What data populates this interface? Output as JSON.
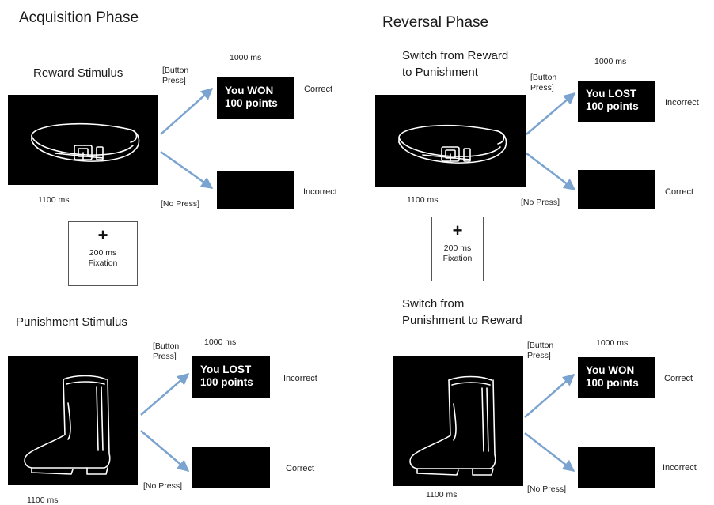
{
  "acquisition": {
    "title": "Acquisition Phase",
    "reward": {
      "label": "Reward Stimulus",
      "button_press": [
        "[Button",
        "Press]"
      ],
      "no_press": "[No Press]",
      "feedback_time": "1000 ms",
      "feedback": [
        "You WON",
        "100 points"
      ],
      "outcome_press": "Correct",
      "outcome_no_press": "Incorrect",
      "stimulus_time": "1100 ms"
    },
    "fixation": {
      "symbol": "+",
      "time": "200 ms",
      "label": "Fixation"
    },
    "punishment": {
      "label": "Punishment Stimulus",
      "button_press": [
        "[Button",
        "Press]"
      ],
      "no_press": "[No Press]",
      "feedback_time": "1000 ms",
      "feedback": [
        "You LOST",
        "100 points"
      ],
      "outcome_press": "Incorrect",
      "outcome_no_press": "Correct",
      "stimulus_time": "1100 ms"
    }
  },
  "reversal": {
    "title": "Reversal Phase",
    "reward_to_punishment": {
      "label": [
        "Switch from Reward",
        "to Punishment"
      ],
      "button_press": [
        "[Button",
        "Press]"
      ],
      "no_press": "[No Press]",
      "feedback_time": "1000 ms",
      "feedback": [
        "You LOST",
        "100 points"
      ],
      "outcome_press": "Incorrect",
      "outcome_no_press": "Correct",
      "stimulus_time": "1100 ms"
    },
    "fixation": {
      "symbol": "+",
      "time": "200 ms",
      "label": "Fixation"
    },
    "punishment_to_reward": {
      "label": [
        "Switch from",
        "Punishment to Reward"
      ],
      "button_press": [
        "[Button",
        "Press]"
      ],
      "no_press": "[No Press]",
      "feedback_time": "1000 ms",
      "feedback": [
        "You WON",
        "100 points"
      ],
      "outcome_press": "Correct",
      "outcome_no_press": "Incorrect",
      "stimulus_time": "1100 ms"
    }
  },
  "colors": {
    "arrow": "#7aa3cf",
    "panel": "#000000",
    "stroke": "#ffffff"
  },
  "icons": {
    "belt": "belt-icon",
    "boot": "boot-icon"
  }
}
